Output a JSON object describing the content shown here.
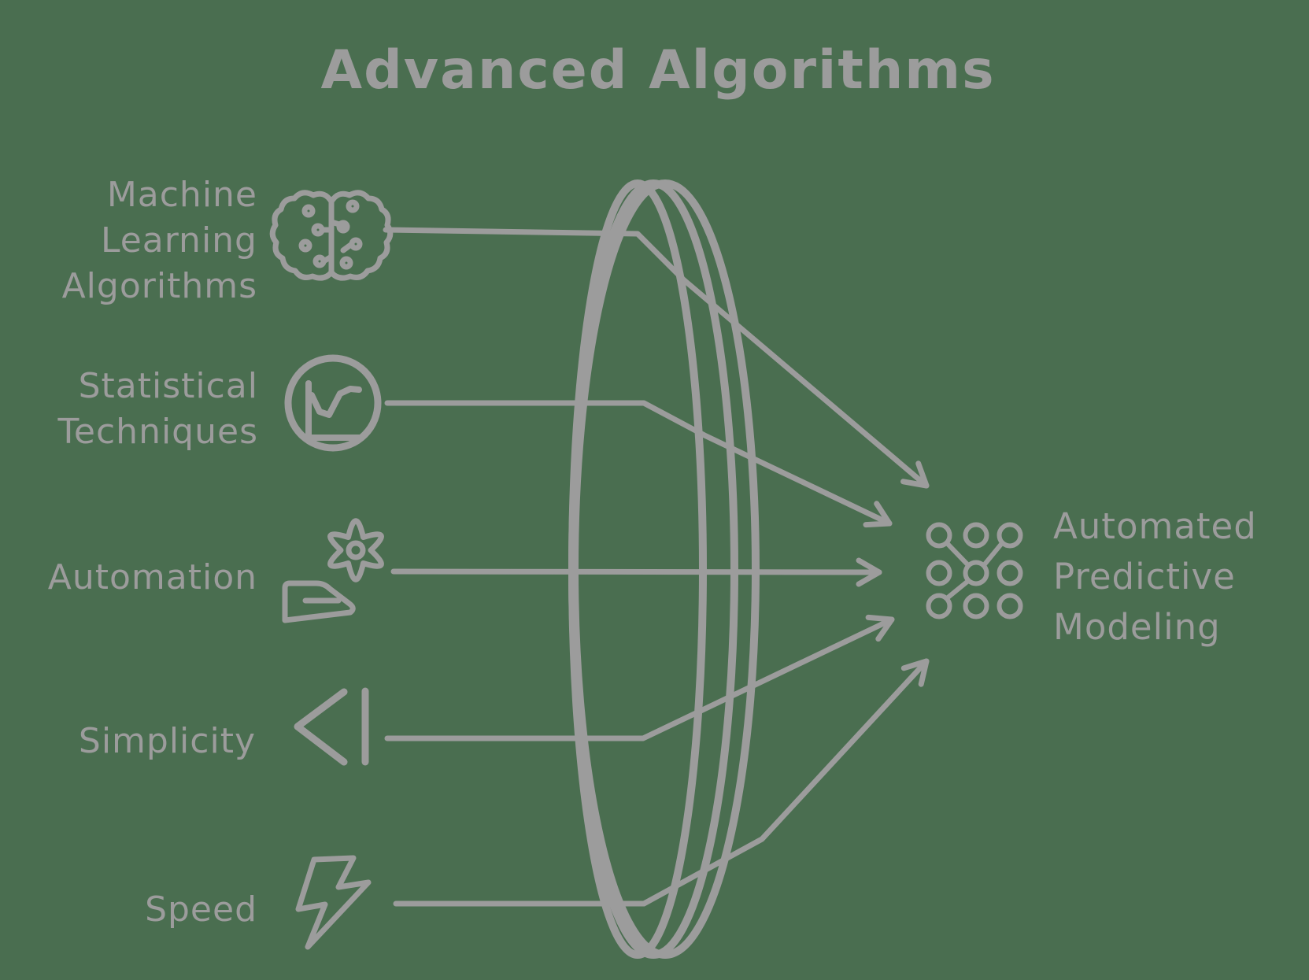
{
  "title": "Advanced Algorithms",
  "colors": {
    "background": "#4a6e50",
    "ink": "#9c9c9c"
  },
  "inputs": [
    {
      "id": "machine-learning-algorithms",
      "lines": [
        "Machine",
        "Learning",
        "Algorithms"
      ],
      "icon": "brain-circuit-icon"
    },
    {
      "id": "statistical-techniques",
      "lines": [
        "Statistical",
        "Techniques"
      ],
      "icon": "line-chart-circle-icon"
    },
    {
      "id": "automation",
      "lines": [
        "Automation"
      ],
      "icon": "gear-and-robot-arm-icon"
    },
    {
      "id": "simplicity",
      "lines": [
        "Simplicity"
      ],
      "icon": "chevron-bar-icon"
    },
    {
      "id": "speed",
      "lines": [
        "Speed"
      ],
      "icon": "lightning-bolt-icon"
    }
  ],
  "output": {
    "id": "automated-predictive-modeling",
    "lines": [
      "Automated",
      "Predictive",
      "Modeling"
    ],
    "icon": "network-nodes-icon"
  },
  "connections": [
    {
      "from": "Machine Learning Algorithms",
      "to": "Automated Predictive Modeling"
    },
    {
      "from": "Statistical Techniques",
      "to": "Automated Predictive Modeling"
    },
    {
      "from": "Automation",
      "to": "Automated Predictive Modeling"
    },
    {
      "from": "Simplicity",
      "to": "Automated Predictive Modeling"
    },
    {
      "from": "Speed",
      "to": "Automated Predictive Modeling"
    }
  ]
}
